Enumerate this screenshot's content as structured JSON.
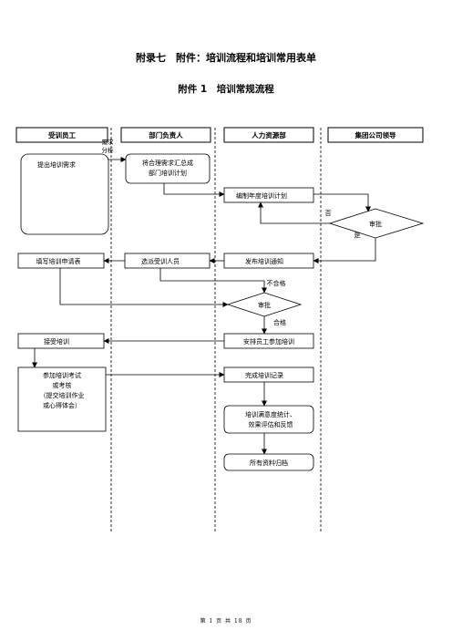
{
  "header": {
    "title": "附录七　附件：培训流程和培训常用表单",
    "subtitle": "附件 1　培训常规流程"
  },
  "lanes": [
    "受训员工",
    "部门负责人",
    "人力资源部",
    "集团公司领导"
  ],
  "nodes": {
    "propose_need": "提出培训需求",
    "need_analysis_line1": "需求",
    "need_analysis_line2": "分析",
    "summarize_plan_line1": "将合理需求汇总成",
    "summarize_plan_line2": "部门培训计划",
    "annual_plan": "编制年度培训计划",
    "approve_leader": "审批",
    "no_label": "否",
    "yes_label": "是",
    "fill_form": "填写培训申请表",
    "select_staff": "选派受训人员",
    "publish_notice": "发布培训通知",
    "unqualified_label": "不合格",
    "approve_hr": "审批",
    "qualified_label": "合格",
    "accept_training": "接受培训",
    "arrange_training": "安排员工参加培训",
    "exam_line1": "参加培训考试",
    "exam_line2": "或考核",
    "exam_line3": "（提交培训作业",
    "exam_line4": "或心得体会）",
    "complete_record": "完成培训记录",
    "satisfaction_line1": "培训满意度统计、",
    "satisfaction_line2": "效果评估和反馈",
    "archive": "所有资料归档"
  },
  "footer": {
    "page": "第 1 页 共 18 页"
  }
}
